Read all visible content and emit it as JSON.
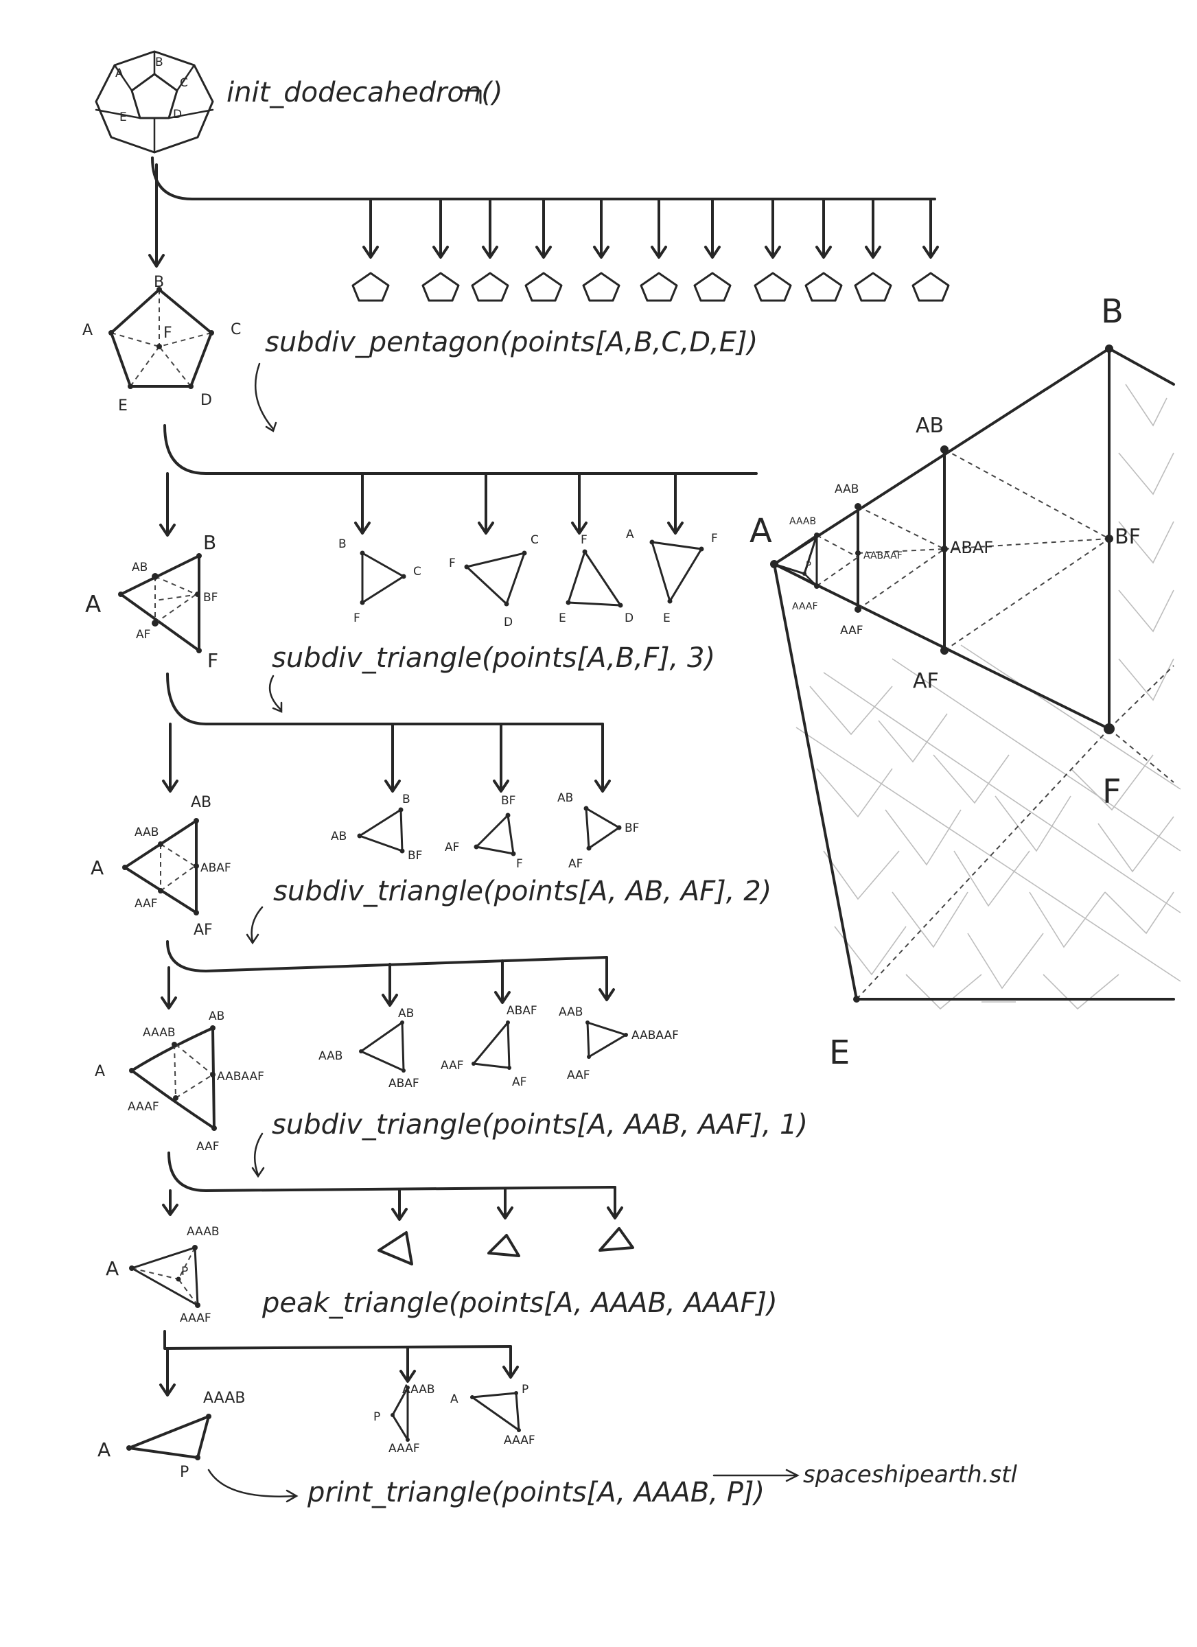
{
  "steps": {
    "init": "init_dodecahedron()",
    "subdiv_pentagon": "subdiv_pentagon(points[A,B,C,D,E])",
    "subdiv_triangle_3": "subdiv_triangle(points[A,B,F], 3)",
    "subdiv_triangle_2": "subdiv_triangle(points[A, AB, AF], 2)",
    "subdiv_triangle_1": "subdiv_triangle(points[A, AAB, AAF], 1)",
    "peak_triangle": "peak_triangle(points[A, AAAB, AAAF])",
    "print_triangle": "print_triangle(points[A, AAAB, P])",
    "output_file": "spaceshipearth.stl"
  },
  "labels": {
    "A": "A",
    "B": "B",
    "C": "C",
    "D": "D",
    "E": "E",
    "F": "F",
    "P": "P",
    "AB": "AB",
    "AF": "AF",
    "BF": "BF",
    "AAB": "AAB",
    "AAF": "AAF",
    "ABAF": "ABAF",
    "AAAB": "AAAB",
    "AAAF": "AAAF",
    "AABAAF": "AABAAF"
  }
}
